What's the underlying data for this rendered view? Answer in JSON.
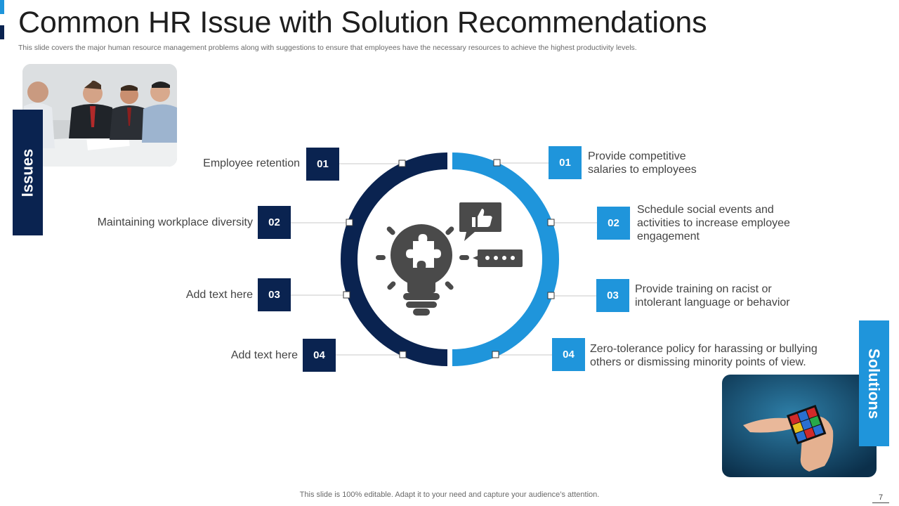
{
  "header": {
    "title": "Common HR Issue with Solution Recommendations",
    "subtitle": "This slide covers the major human resource management problems along with suggestions to ensure that employees have the necessary resources to achieve the highest productivity levels."
  },
  "issues": {
    "label": "Issues",
    "items": [
      {
        "number": "01",
        "text": "Employee retention"
      },
      {
        "number": "02",
        "text": "Maintaining workplace diversity"
      },
      {
        "number": "03",
        "text": "Add text here"
      },
      {
        "number": "04",
        "text": "Add text here"
      }
    ]
  },
  "solutions": {
    "label": "Solutions",
    "items": [
      {
        "number": "01",
        "text": "Provide competitive salaries to employees"
      },
      {
        "number": "02",
        "text": "Schedule social events and activities to increase employee engagement"
      },
      {
        "number": "03",
        "text": "Provide training on racist or intolerant language or behavior"
      },
      {
        "number": "04",
        "text": "Zero-tolerance policy for harassing or bullying others or dismissing minority points of view."
      }
    ]
  },
  "center_icon": "lightbulb-puzzle-icon",
  "colors": {
    "dark": "#0a2350",
    "light": "#1f95db"
  },
  "footer": {
    "note": "This slide is 100% editable. Adapt it to your need and capture your audience’s attention.",
    "page_number": "7"
  }
}
